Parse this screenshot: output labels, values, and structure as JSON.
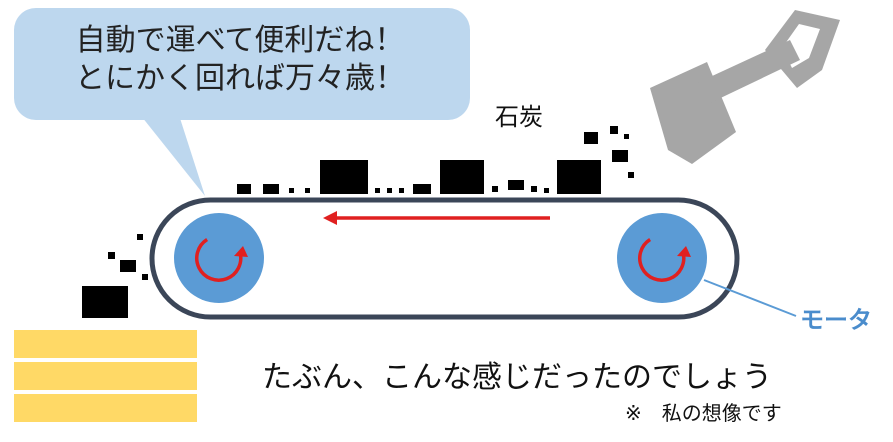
{
  "speech_bubble": {
    "line1": "自動で運べて便利だね！",
    "line2": "とにかく回れば万々歳！"
  },
  "coal_label": "石炭",
  "motor_label": "モータ",
  "caption": "たぶん、こんな感じだったのでしょう",
  "note": "※　私の想像です",
  "colors": {
    "bubble_fill": "#bdd7ee",
    "belt_outline": "#3b4658",
    "pulley_fill": "#5b9bd5",
    "rotation_arrow": "#e02020",
    "direction_arrow": "#e02020",
    "shovel": "#a6a6a6",
    "coal": "#000000",
    "pile": "#ffd966",
    "motor_label": "#4a8ccc"
  },
  "icons": {
    "shovel": "shovel-icon",
    "coal": "coal-chunk",
    "pulley": "pulley-icon",
    "pile": "coal-pile"
  }
}
